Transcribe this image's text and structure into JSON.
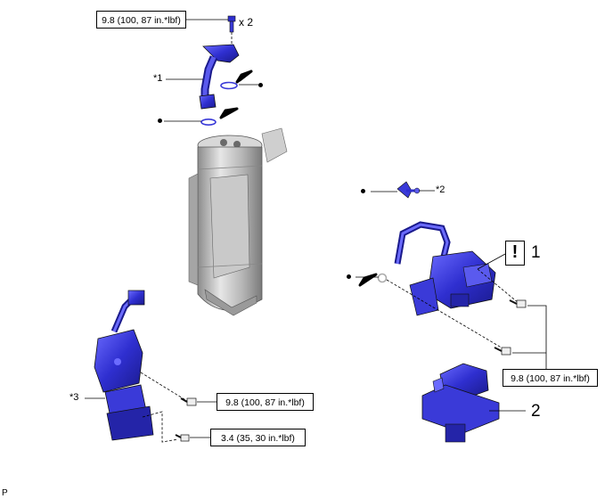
{
  "torque_specs": [
    "9.8 (100, 87 in.*lbf)",
    "9.8 (100, 87 in.*lbf)",
    "3.4 (35, 30 in.*lbf)",
    "9.8 (100, 87 in.*lbf)"
  ],
  "quantity": "x 2",
  "callouts": {
    "c1": "*1",
    "c2": "*2",
    "c3": "*3"
  },
  "part_numbers": {
    "n1": "1",
    "n2": "2"
  },
  "caution_symbol": "!",
  "footer_code": "P",
  "colors": {
    "part_blue": "#3a3ad8",
    "part_gray": "#bdbdbd",
    "line": "#000000"
  }
}
